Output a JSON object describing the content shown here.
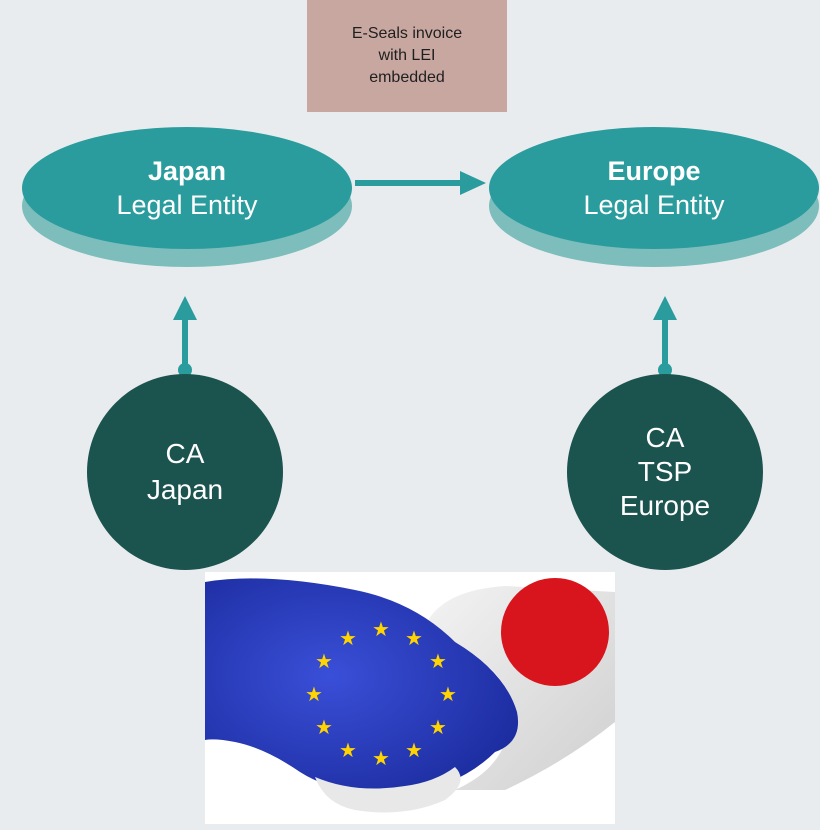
{
  "note": {
    "lines": [
      "E-Seals invoice",
      "with LEI",
      "embedded"
    ]
  },
  "entities": {
    "japan": {
      "name": "Japan",
      "role": "Legal Entity"
    },
    "europe": {
      "name": "Europe",
      "role": "Legal Entity"
    }
  },
  "authorities": {
    "japan": {
      "lines": [
        "CA",
        "Japan"
      ]
    },
    "europe": {
      "lines": [
        "CA",
        "TSP",
        "Europe"
      ]
    }
  },
  "colors": {
    "background": "#e9ecee",
    "entity_fill": "#2a9c9e",
    "entity_shadow": "#7dbdbc",
    "authority_fill": "#1b534f",
    "note_fill": "#c8a7a0",
    "connector": "#2a9c9e"
  },
  "image": {
    "subject": "EU and Japan flag handshake"
  }
}
